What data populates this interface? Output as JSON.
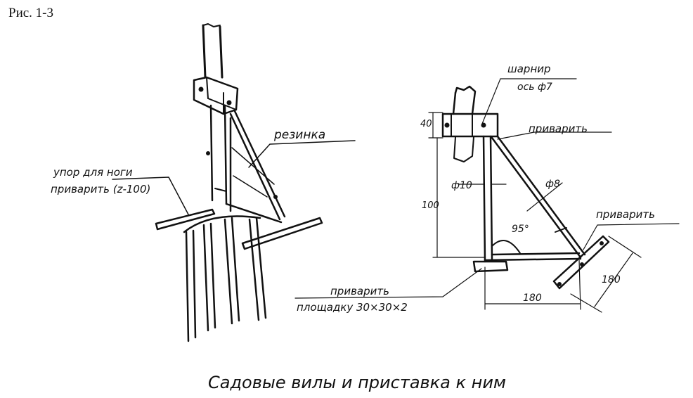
{
  "figure": {
    "label": "Рис. 1-3"
  },
  "left_drawing": {
    "label_rubber": "резинка",
    "label_foot_rest_line1": "упор для ноги",
    "label_foot_rest_line2": "приварить (z-100)"
  },
  "right_drawing": {
    "label_hinge_line1": "шарнир",
    "label_hinge_line2": "ось ф7",
    "label_weld_top": "приварить",
    "label_weld_right": "приварить",
    "label_weld_pad_line1": "приварить",
    "label_weld_pad_line2": "площадку 30×30×2",
    "dim_clamp": "40",
    "dim_height": "100",
    "dim_rod_10": "ф10",
    "dim_rod_8": "ф8",
    "dim_angle": "95°",
    "dim_base": "180",
    "dim_cross": "180"
  },
  "caption": "Садовые вилы и приставка к ним"
}
